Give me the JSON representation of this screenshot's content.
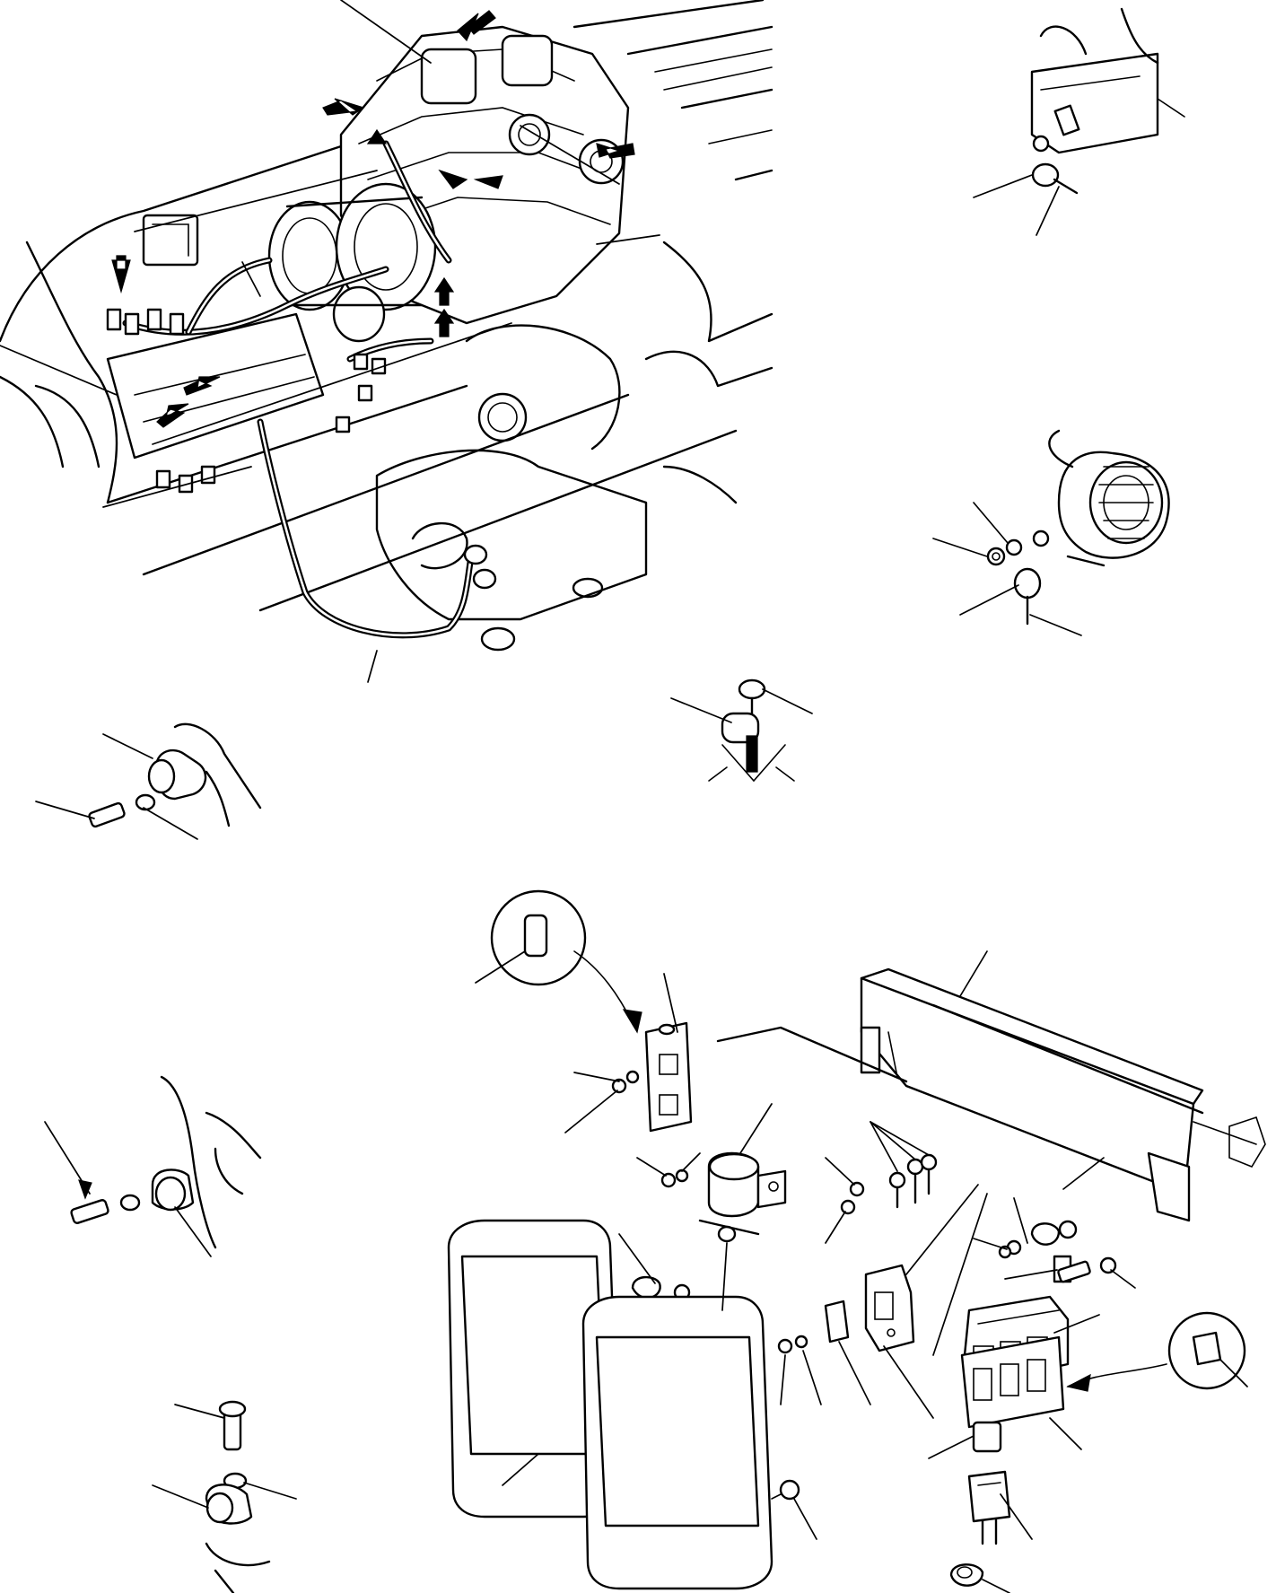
{
  "figure": {
    "description_text": "",
    "colors": {
      "line": "#000000",
      "background": "#ffffff"
    }
  },
  "callout_groups": [
    {
      "name": "engine-harness-view",
      "leader_count": 9
    },
    {
      "name": "cable-clamp-details",
      "leader_count": 12
    },
    {
      "name": "ground-terminal-detail",
      "leader_count": 2
    },
    {
      "name": "alternator-terminal-detail",
      "leader_count": 4
    },
    {
      "name": "relay-bracket-assembly",
      "leader_count": 28
    }
  ]
}
